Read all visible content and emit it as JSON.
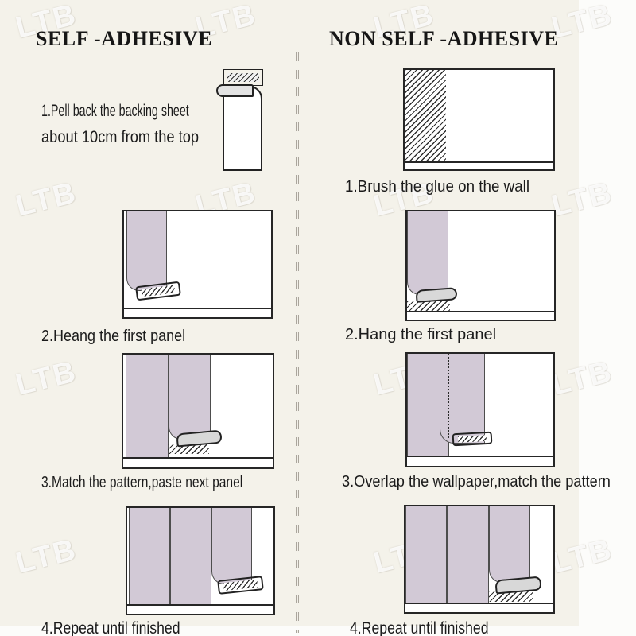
{
  "watermark": {
    "text": "LTB"
  },
  "left_column": {
    "title": "SELF -ADHESIVE",
    "step1": {
      "line1": "1.Pell back the backing sheet",
      "line2": "about 10cm from the top"
    },
    "step2_caption": "2.Heang the first panel",
    "step3_caption": "3.Match the pattern,paste next panel",
    "step4_caption": "4.Repeat until finished"
  },
  "right_column": {
    "title": "NON SELF -ADHESIVE",
    "step1_caption": "1.Brush the glue on the wall",
    "step2_caption": "2.Hang the first panel",
    "step3_caption": "3.Overlap the wallpaper,match the pattern",
    "step4_caption": "4.Repeat until finished"
  },
  "colors": {
    "background": "#f4f2ea",
    "right_strip": "#fcfcfa",
    "wall_fill": "#ffffff",
    "outline": "#262626",
    "wallpaper_panel": "#d2c9d6",
    "flap_grey": "#d8d8d8",
    "watermark_tint": "#ffffff"
  }
}
